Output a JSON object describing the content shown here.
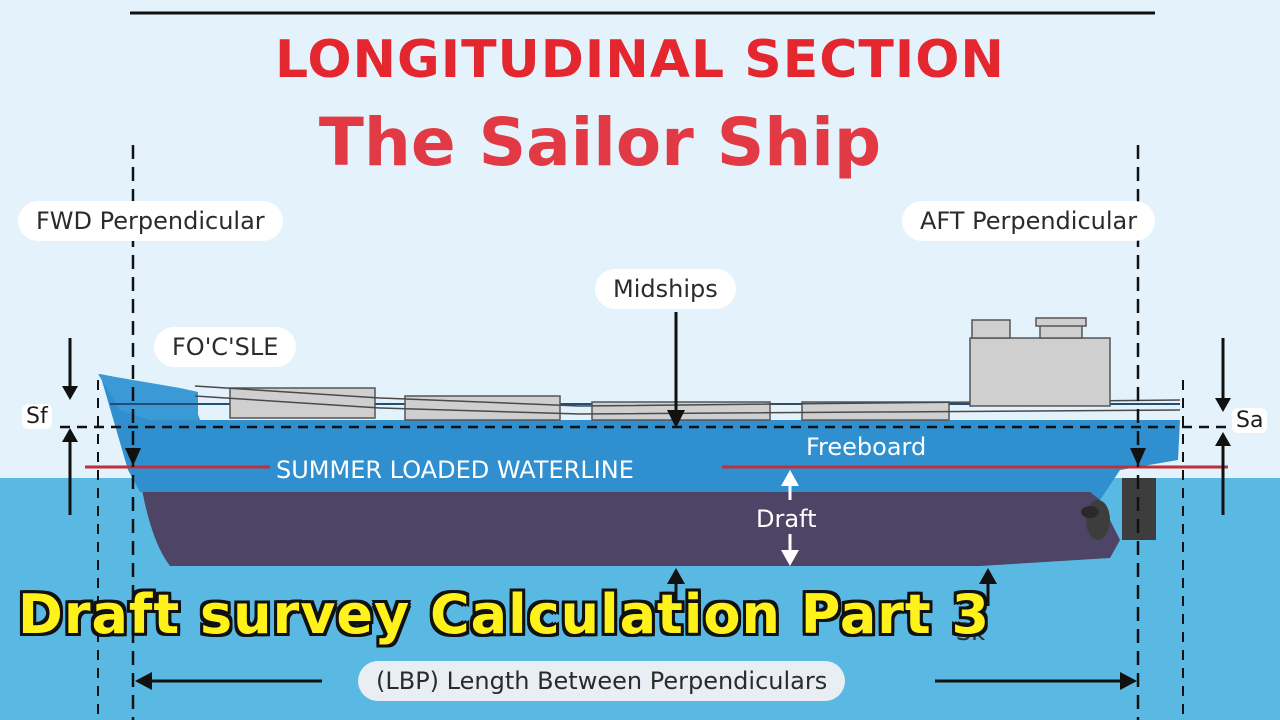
{
  "title": "LONGITUDINAL SECTION",
  "subtitle": "The Sailor Ship",
  "labels": {
    "fwd_perpendicular": "FWD Perpendicular",
    "aft_perpendicular": "AFT Perpendicular",
    "midships": "Midships",
    "focsle": "FO'C'SLE",
    "sf": "Sf",
    "sa": "Sa",
    "freeboard": "Freeboard",
    "summer_waterline": "SUMMER LOADED WATERLINE",
    "draft": "Draft",
    "keel_partial": "Sk",
    "lbp": "(LBP) Length Between Perpendiculars"
  },
  "banner": "Draft survey Calculation  Part 3",
  "colors": {
    "sky": "#e3f2fb",
    "sea": "#5ab9e2",
    "hull_upper": "#2f8fcf",
    "hull_lower": "#4d4466",
    "waterline": "#c0303a",
    "title": "#e4262e",
    "banner_text": "#fff21a",
    "superstructure": "#cfcfcf"
  }
}
